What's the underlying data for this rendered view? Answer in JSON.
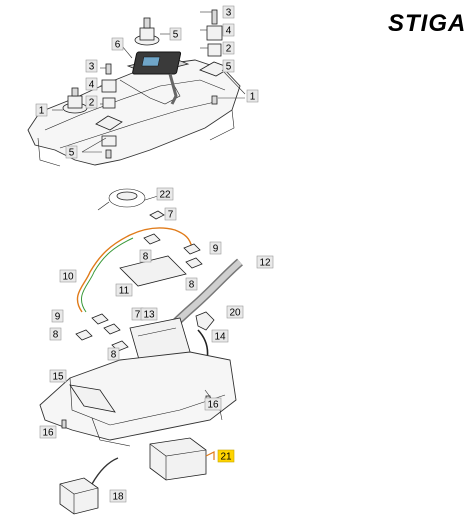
{
  "brand": "STIGA",
  "callouts": [
    {
      "id": "c3a",
      "text": "3"
    },
    {
      "id": "c4a",
      "text": "4"
    },
    {
      "id": "c2a",
      "text": "2"
    },
    {
      "id": "c5a",
      "text": "5"
    },
    {
      "id": "c6",
      "text": "6"
    },
    {
      "id": "c5b",
      "text": "5"
    },
    {
      "id": "c3b",
      "text": "3"
    },
    {
      "id": "c4b",
      "text": "4"
    },
    {
      "id": "c1a",
      "text": "1"
    },
    {
      "id": "c2b",
      "text": "2"
    },
    {
      "id": "c1b",
      "text": "1"
    },
    {
      "id": "c5c",
      "text": "5"
    },
    {
      "id": "c22",
      "text": "22"
    },
    {
      "id": "c7a",
      "text": "7"
    },
    {
      "id": "c9a",
      "text": "9"
    },
    {
      "id": "c8a",
      "text": "8"
    },
    {
      "id": "c12",
      "text": "12"
    },
    {
      "id": "c8b",
      "text": "8"
    },
    {
      "id": "c10",
      "text": "10"
    },
    {
      "id": "c11",
      "text": "11"
    },
    {
      "id": "c20",
      "text": "20"
    },
    {
      "id": "c9b",
      "text": "9"
    },
    {
      "id": "c7b",
      "text": "7"
    },
    {
      "id": "c13",
      "text": "13"
    },
    {
      "id": "c14",
      "text": "14"
    },
    {
      "id": "c8c",
      "text": "8"
    },
    {
      "id": "c8d",
      "text": "8"
    },
    {
      "id": "c15",
      "text": "15"
    },
    {
      "id": "c16a",
      "text": "16"
    },
    {
      "id": "c16b",
      "text": "16"
    },
    {
      "id": "c21",
      "text": "21",
      "highlight": true
    },
    {
      "id": "c18",
      "text": "18"
    }
  ],
  "colors": {
    "highlight": "#ffd400",
    "label_box": "#e9e9e9",
    "wire_orange": "#e07b1a",
    "wire_green": "#3a9a3a"
  }
}
